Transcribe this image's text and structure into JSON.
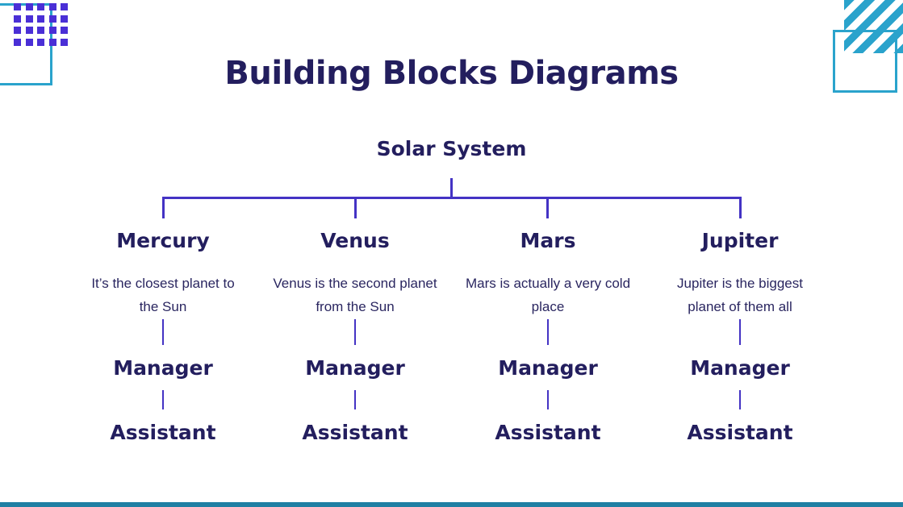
{
  "slide": {
    "title": "Building Blocks Diagrams",
    "root": "Solar System",
    "branches": [
      {
        "name": "Mercury",
        "description": "It’s the closest planet to the Sun",
        "level2": "Manager",
        "level3": "Assistant"
      },
      {
        "name": "Venus",
        "description": "Venus is the second planet from the Sun",
        "level2": "Manager",
        "level3": "Assistant"
      },
      {
        "name": "Mars",
        "description": "Mars is actually a very cold place",
        "level2": "Manager",
        "level3": "Assistant"
      },
      {
        "name": "Jupiter",
        "description": "Jupiter is the biggest planet of them all",
        "level2": "Manager",
        "level3": "Assistant"
      }
    ]
  },
  "colors": {
    "text": "#231e5e",
    "connector": "#4433c4",
    "accent_teal": "#2aa3cc",
    "accent_dots": "#4a2fd6",
    "bottom_bar": "#1f7fa3"
  }
}
